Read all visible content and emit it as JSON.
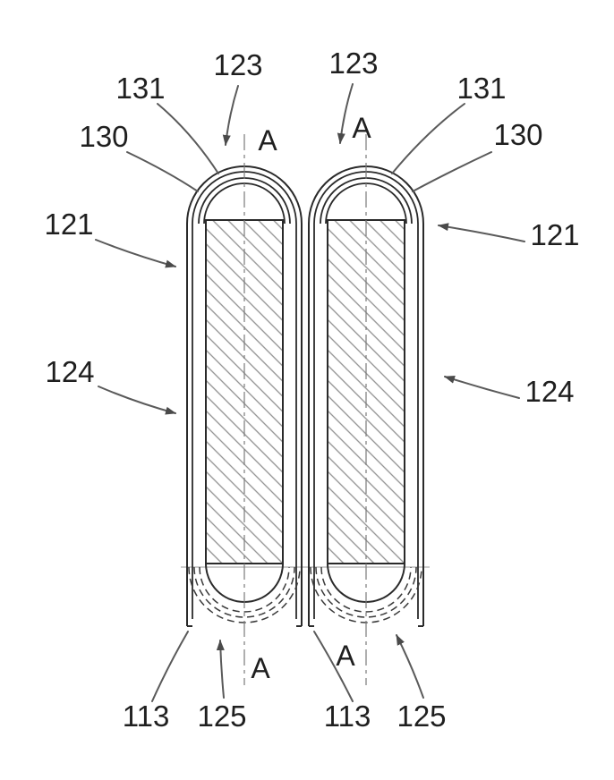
{
  "figure": {
    "kind": "patent-cross-section-diagram",
    "background": "#ffffff",
    "colors": {
      "outline": "#2a2a2a",
      "leader": "#5a5a5a",
      "hatch": "#909090",
      "centerline": "#7a7a7a",
      "label_text": "#1f1f1f"
    },
    "labels": {
      "left_123": "123",
      "right_123": "123",
      "left_131": "131",
      "right_131": "131",
      "left_130": "130",
      "right_130": "130",
      "left_121": "121",
      "right_121": "121",
      "left_124": "124",
      "right_124": "124",
      "left_113": "113",
      "right_113": "113",
      "left_125": "125",
      "right_125": "125",
      "section_a_top_left": "A",
      "section_a_top_right": "A",
      "section_a_bottom_left": "A",
      "section_a_bottom_right": "A"
    }
  }
}
